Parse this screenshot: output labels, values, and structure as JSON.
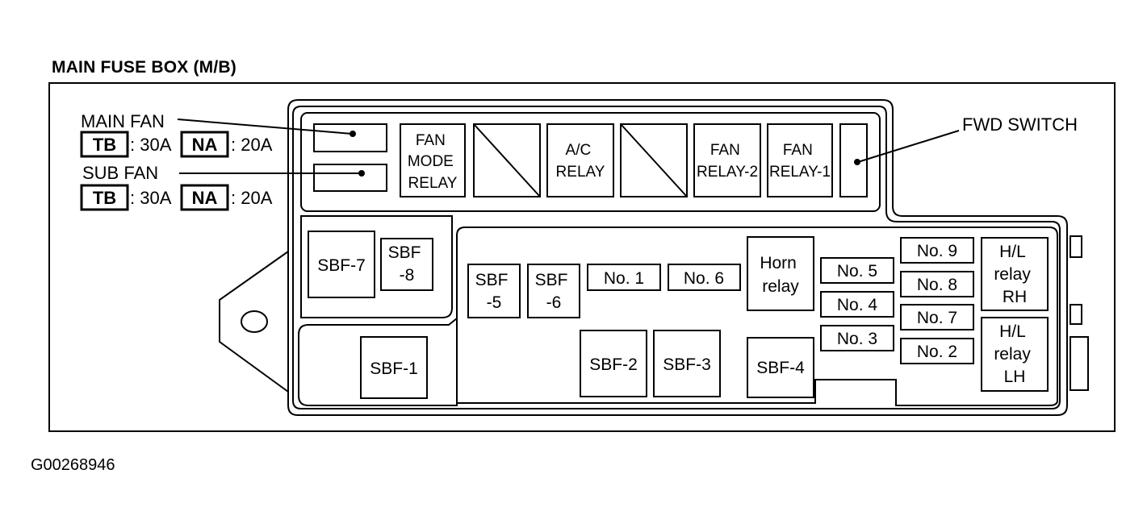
{
  "title": "MAIN FUSE BOX (M/B)",
  "figure_id": "G00268946",
  "callouts": {
    "main_fan": "MAIN FAN",
    "sub_fan": "SUB FAN",
    "fwd_switch": "FWD SWITCH"
  },
  "legend": {
    "main_fan": {
      "tb_badge": "TB",
      "tb_value": ": 30A",
      "na_badge": "NA",
      "na_value": ": 20A"
    },
    "sub_fan": {
      "tb_badge": "TB",
      "tb_value": ": 30A",
      "na_badge": "NA",
      "na_value": ": 20A"
    }
  },
  "relays": {
    "fan_mode": [
      "FAN",
      "MODE",
      "RELAY"
    ],
    "ac": [
      "A/C",
      "RELAY"
    ],
    "fan2": [
      "FAN",
      "RELAY-2"
    ],
    "fan1": [
      "FAN",
      "RELAY-1"
    ],
    "horn": [
      "Horn",
      "relay"
    ],
    "hl_rh": [
      "H/L",
      "relay",
      "RH"
    ],
    "hl_lh": [
      "H/L",
      "relay",
      "LH"
    ]
  },
  "sbf": {
    "sbf1": "SBF-1",
    "sbf2": "SBF-2",
    "sbf3": "SBF-3",
    "sbf4": "SBF-4",
    "sbf5": [
      "SBF",
      "-5"
    ],
    "sbf6": [
      "SBF",
      "-6"
    ],
    "sbf7": "SBF-7",
    "sbf8": [
      "SBF",
      "-8"
    ]
  },
  "fuses": {
    "no1": "No. 1",
    "no2": "No. 2",
    "no3": "No. 3",
    "no4": "No. 4",
    "no5": "No. 5",
    "no6": "No. 6",
    "no7": "No. 7",
    "no8": "No. 8",
    "no9": "No. 9"
  }
}
